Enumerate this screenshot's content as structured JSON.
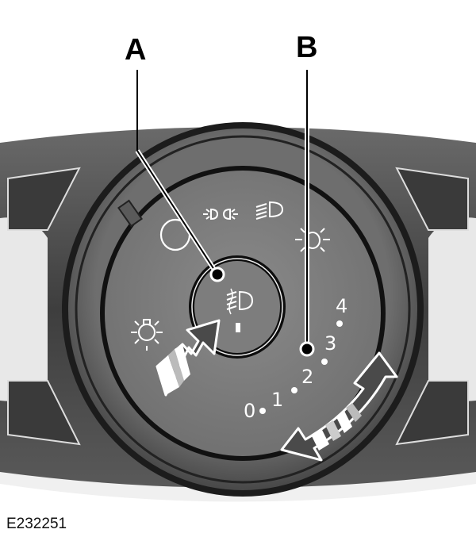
{
  "figure": {
    "id": "E232251",
    "callouts": [
      {
        "label": "A",
        "target": "fog-lamp-button"
      },
      {
        "label": "B",
        "target": "instrument-lighting-dimmer"
      }
    ]
  },
  "switch": {
    "positions": [
      {
        "name": "off",
        "icon": "circle-icon"
      },
      {
        "name": "parking-lamps",
        "icon": "parking-lamp-icon"
      },
      {
        "name": "headlamps",
        "icon": "headlamp-icon"
      },
      {
        "name": "auto",
        "icon": "auto-lamp-icon"
      }
    ],
    "center_button_icon": "fog-lamp-icon",
    "side_icon": "dimmer-lamp-icon",
    "dimmer_scale": [
      "0",
      "1",
      "2",
      "3",
      "4"
    ]
  },
  "colors": {
    "dial_face": "#7b7b7b",
    "outer_ring": "#555555",
    "arrow_fill": "#4a4a4a",
    "panel": "#3a3a3a"
  }
}
